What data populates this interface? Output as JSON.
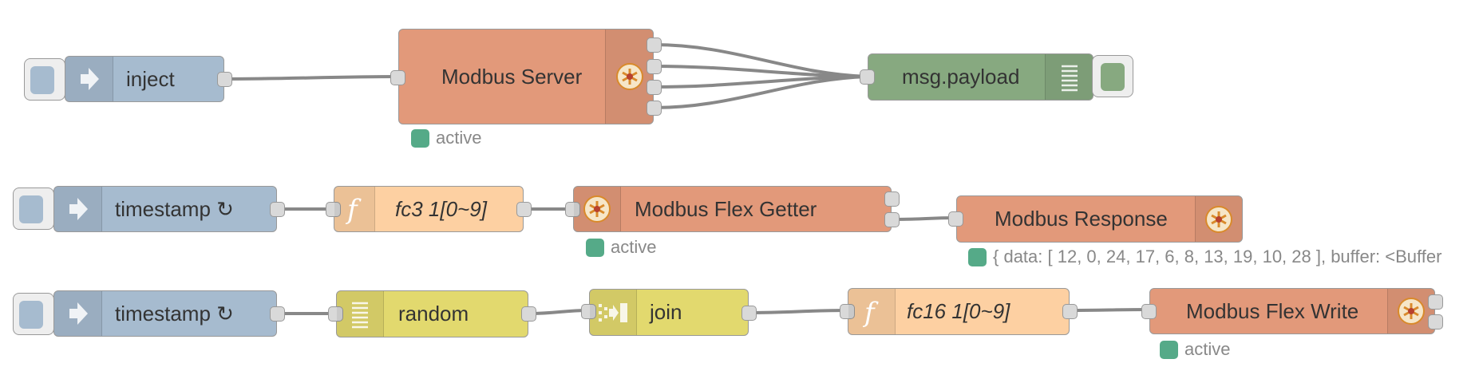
{
  "colors": {
    "inject": "#a6bbcf",
    "modbus": "#e2997a",
    "debug": "#87a980",
    "function": "#fdd0a2",
    "yellow": "#e2d96e",
    "wire": "#888888",
    "status_dot": "#5a9a82"
  },
  "nodes": {
    "inject": {
      "label": "inject",
      "icon": "arrow-in-icon"
    },
    "modbus_server": {
      "label": "Modbus Server",
      "icon": "modbus-icon",
      "status": "active"
    },
    "msg_payload": {
      "label": "msg.payload",
      "icon": "list-icon"
    },
    "timestamp_1": {
      "label": "timestamp ↻",
      "icon": "arrow-in-icon"
    },
    "fc3": {
      "label": "fc3 1[0~9]",
      "icon": "function-icon"
    },
    "flex_getter": {
      "label": "Modbus Flex Getter",
      "icon": "modbus-icon",
      "status": "active"
    },
    "modbus_response": {
      "label": "Modbus Response",
      "icon": "modbus-icon",
      "status": "{ data: [ 12, 0, 24, 17, 6, 8, 13, 19, 10, 28 ], buffer: <Buffer"
    },
    "timestamp_2": {
      "label": "timestamp ↻",
      "icon": "arrow-in-icon"
    },
    "random": {
      "label": "random",
      "icon": "list-icon"
    },
    "join": {
      "label": "join",
      "icon": "join-icon"
    },
    "fc16": {
      "label": "fc16 1[0~9]",
      "icon": "function-icon"
    },
    "flex_write": {
      "label": "Modbus Flex Write",
      "icon": "modbus-icon",
      "status": "active"
    }
  }
}
